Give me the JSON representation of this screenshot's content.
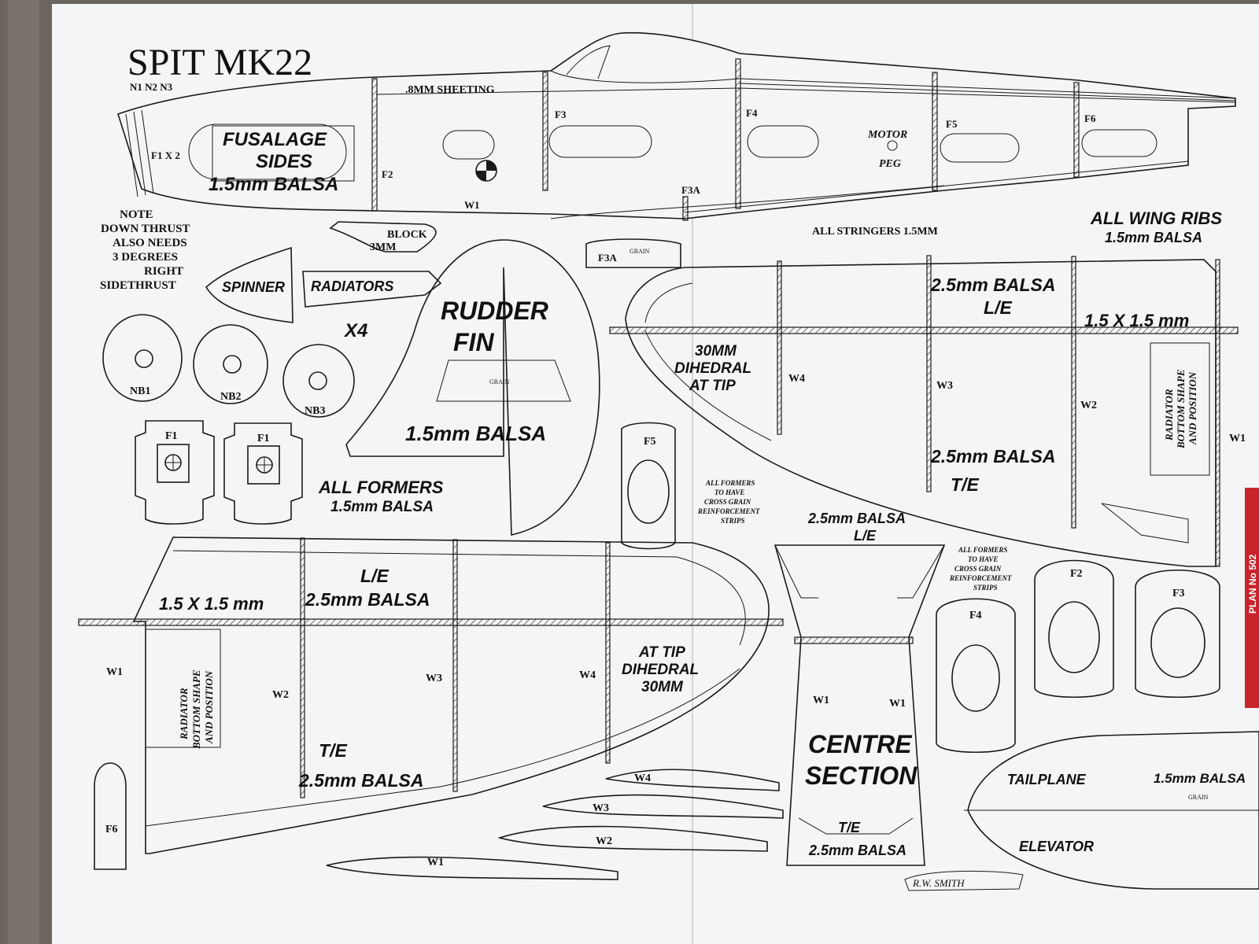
{
  "title": "SPIT MK22",
  "subtitle": "N1 N2 N3",
  "fuselage": {
    "sheeting": ".8MM SHEETING",
    "sides_label": [
      "FUSALAGE",
      "SIDES",
      "1.5mm  BALSA"
    ],
    "f1": "F1 X 2",
    "f2": "F2",
    "f3": "F3",
    "f3a": "F3A",
    "f4": "F4",
    "f5": "F5",
    "f6": "F6",
    "w1": "W1",
    "motor": "MOTOR",
    "peg": "PEG",
    "block": "BLOCK",
    "block_size": "3MM",
    "stringers": "ALL STRINGERS 1.5MM"
  },
  "note": [
    "NOTE",
    "DOWN THRUST",
    "ALSO NEEDS",
    "3 DEGREES",
    "RIGHT",
    "SIDETHRUST"
  ],
  "parts": {
    "spinner": "SPINNER",
    "radiators": "RADIATORS",
    "x4": "X4",
    "nb1": "NB1",
    "nb2": "NB2",
    "nb3": "NB3",
    "f1a": "F1",
    "f1b": "F1",
    "f3a_part": "F3A",
    "grain": "GRAIN",
    "all_formers": "ALL FORMERS",
    "all_formers_size": "1.5mm  BALSA",
    "f5": "F5",
    "f4": "F4",
    "f2": "F2",
    "f3": "F3",
    "f6": "F6"
  },
  "rudder": {
    "line1": "RUDDER",
    "line2": "FIN",
    "size": "1.5mm  BALSA"
  },
  "formers_note": [
    "ALL FORMERS",
    "TO HAVE",
    "CROSS GRAIN",
    "REINFORCEMENT",
    "STRIPS"
  ],
  "right_wing": {
    "ribs_title": "ALL WING RIBS",
    "ribs_size": "1.5mm  BALSA",
    "le": "2.5mm  BALSA",
    "le_label": "L/E",
    "spar": "1.5 X 1.5 mm",
    "dihedral": [
      "30MM",
      "DIHEDRAL",
      "AT TIP"
    ],
    "te": "2.5mm  BALSA",
    "te_label": "T/E",
    "w4": "W4",
    "w3": "W3",
    "w2": "W2",
    "w1": "W1",
    "radiator": [
      "RADIATOR",
      "BOTTOM SHAPE",
      "AND POSITION"
    ],
    "bottom_le": "2.5mm  BALSA",
    "bottom_le_label": "L/E"
  },
  "left_wing": {
    "le_label": "L/E",
    "le": "2.5mm  BALSA",
    "spar": "1.5 X 1.5 mm",
    "dihedral": [
      "AT TIP",
      "DIHEDRAL",
      "30MM"
    ],
    "te_label": "T/E",
    "te": "2.5mm  BALSA",
    "w1": "W1",
    "w2": "W2",
    "w3": "W3",
    "w4": "W4",
    "radiator": [
      "RADIATOR",
      "BOTTOM SHAPE",
      "AND POSITION"
    ]
  },
  "ribs": {
    "w4": "W4",
    "w3": "W3",
    "w2": "W2",
    "w1": "W1"
  },
  "centre": {
    "line1": "CENTRE",
    "line2": "SECTION",
    "w1a": "W1",
    "w1b": "W1",
    "te": "T/E",
    "size": "2.5mm  BALSA"
  },
  "tail": {
    "tailplane": "TAILPLANE",
    "size": "1.5mm  BALSA",
    "elevator": "ELEVATOR",
    "grain": "GRAIN"
  },
  "signature": "R.W. SMITH",
  "side_tab": "PLAN No 502",
  "colors": {
    "paper": "#f4f5f6",
    "ink": "#1a1a1a",
    "mat": "#6b6560",
    "tab": "#c8242c"
  }
}
